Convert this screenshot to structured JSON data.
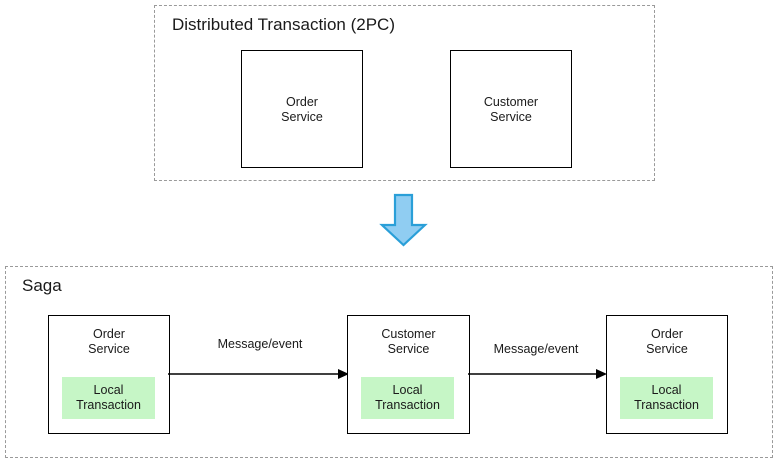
{
  "diagram": {
    "title_top": "Distributed Transaction (2PC)",
    "title_bottom": "Saga",
    "colors": {
      "group_border": "#9a9a9a",
      "box_border": "#000000",
      "local_tx_fill": "#c6f6c6",
      "arrow_fill": "#90cdf2",
      "arrow_stroke": "#2a9fd8",
      "text": "#1a1a1a",
      "background": "#ffffff"
    },
    "groups": [
      {
        "id": "distributed-transaction",
        "title": "Distributed Transaction (2PC)",
        "boxes": [
          {
            "id": "order-service-2pc",
            "label": "Order\nService"
          },
          {
            "id": "customer-service-2pc",
            "label": "Customer\nService"
          }
        ]
      },
      {
        "id": "saga",
        "title": "Saga",
        "boxes": [
          {
            "id": "saga-order-service-1",
            "label": "Order\nService",
            "local_transaction": "Local\nTransaction"
          },
          {
            "id": "saga-customer-service",
            "label": "Customer\nService",
            "local_transaction": "Local\nTransaction"
          },
          {
            "id": "saga-order-service-2",
            "label": "Order\nService",
            "local_transaction": "Local\nTransaction"
          }
        ],
        "connectors": [
          {
            "id": "connector-1",
            "label": "Message/event"
          },
          {
            "id": "connector-2",
            "label": "Message/event"
          }
        ]
      }
    ],
    "transition_arrow": {
      "id": "down-arrow",
      "direction": "down"
    }
  }
}
